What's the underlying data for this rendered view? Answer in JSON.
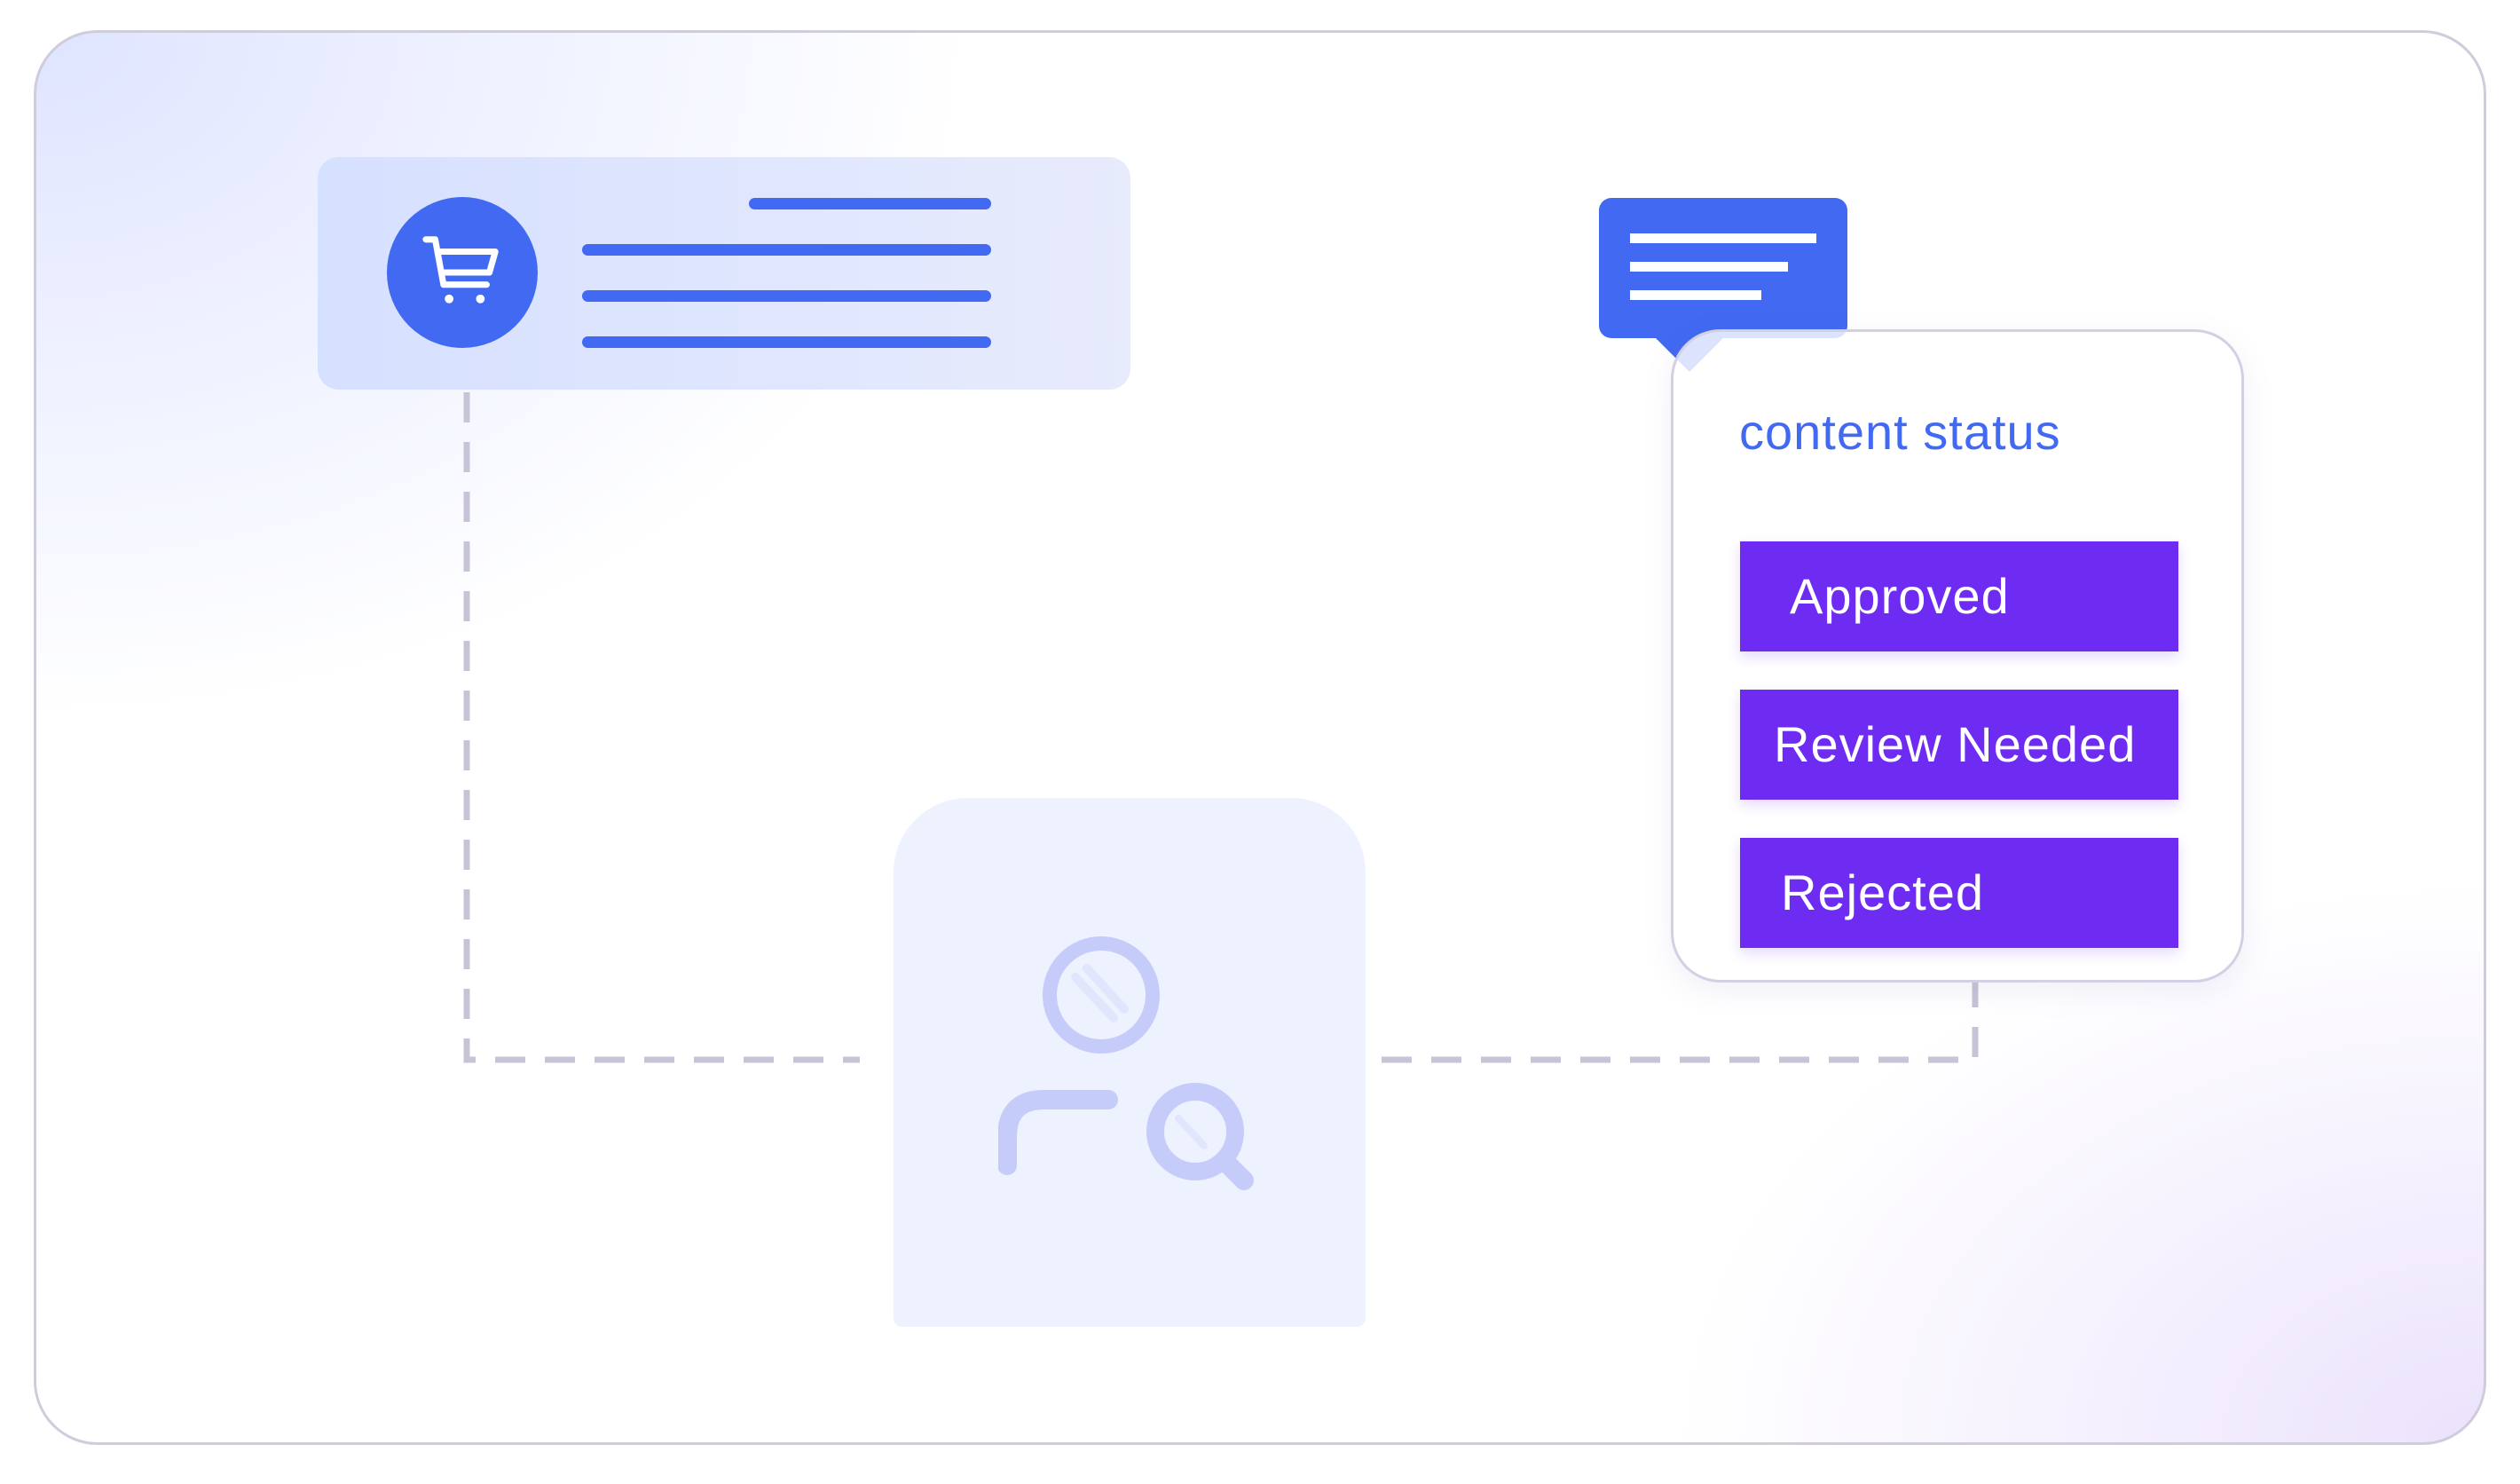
{
  "status_card": {
    "title": "content status",
    "options": [
      {
        "label": "Approved"
      },
      {
        "label": "Review Needed"
      },
      {
        "label": "Rejected"
      }
    ]
  },
  "icons": {
    "cart": "shopping-cart-icon",
    "user_search": "user-search-icon",
    "message": "message-bubble-icon"
  },
  "colors": {
    "accent_blue": "#4169f1",
    "option_purple": "#6e2bf2",
    "card_tint": "#dde4fd",
    "user_icon": "#c5ccfa",
    "connector": "#c6c4d6",
    "frame_border": "#cfccdc"
  }
}
